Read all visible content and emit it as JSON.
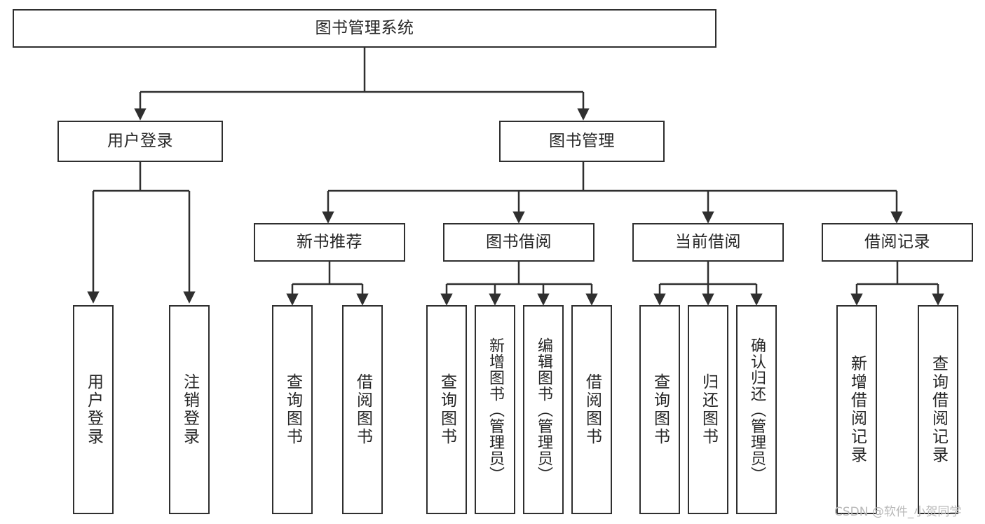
{
  "diagram": {
    "title": "图书管理系统",
    "type": "tree-hierarchy",
    "orientation": "top-down",
    "colors": {
      "box_border": "#2f2f2f",
      "box_fill": "#ffffff",
      "edge": "#2f2f2f",
      "text": "#262626",
      "watermark": "#b9b9b9",
      "background": "#ffffff"
    },
    "root": {
      "label": "图书管理系统"
    },
    "level2": [
      {
        "label": "用户登录"
      },
      {
        "label": "图书管理"
      }
    ],
    "level3": [
      {
        "label": "新书推荐"
      },
      {
        "label": "图书借阅"
      },
      {
        "label": "当前借阅"
      },
      {
        "label": "借阅记录"
      }
    ],
    "leaves": {
      "user_login": [
        {
          "label": "用户登录"
        },
        {
          "label": "注销登录"
        }
      ],
      "new_book_recommend": [
        {
          "label": "查询图书"
        },
        {
          "label": "借阅图书"
        }
      ],
      "book_borrow": [
        {
          "label": "查询图书"
        },
        {
          "label": "新增图书（管理员）"
        },
        {
          "label": "编辑图书（管理员）"
        },
        {
          "label": "借阅图书"
        }
      ],
      "current_borrow": [
        {
          "label": "查询图书"
        },
        {
          "label": "归还图书"
        },
        {
          "label": "确认归还（管理员）"
        }
      ],
      "borrow_record": [
        {
          "label": "新增借阅记录"
        },
        {
          "label": "查询借阅记录"
        }
      ]
    },
    "watermark": "CSDN @软件_小贺同学"
  }
}
